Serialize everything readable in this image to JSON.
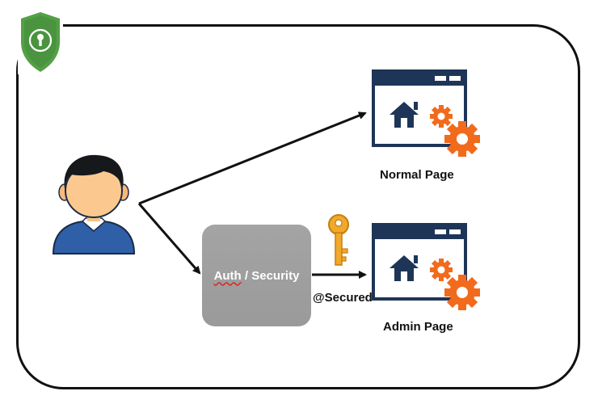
{
  "diagram": {
    "auth_label_part1": "Auth",
    "auth_label_part2": " / Security",
    "secured_label": "@Secured",
    "normal_page_label": "Normal Page",
    "admin_page_label": "Admin Page"
  },
  "icons": {
    "shield": "shield-lock-icon",
    "user": "user-icon",
    "key": "key-icon",
    "web_page": "web-page-settings-icon"
  },
  "colors": {
    "shield_green": "#54a046",
    "page_navy": "#1e3557",
    "gear_orange": "#f26a1b",
    "key_gold": "#f0a92b",
    "auth_gray": "#9e9e9e",
    "user_shirt": "#2f5fa6"
  }
}
